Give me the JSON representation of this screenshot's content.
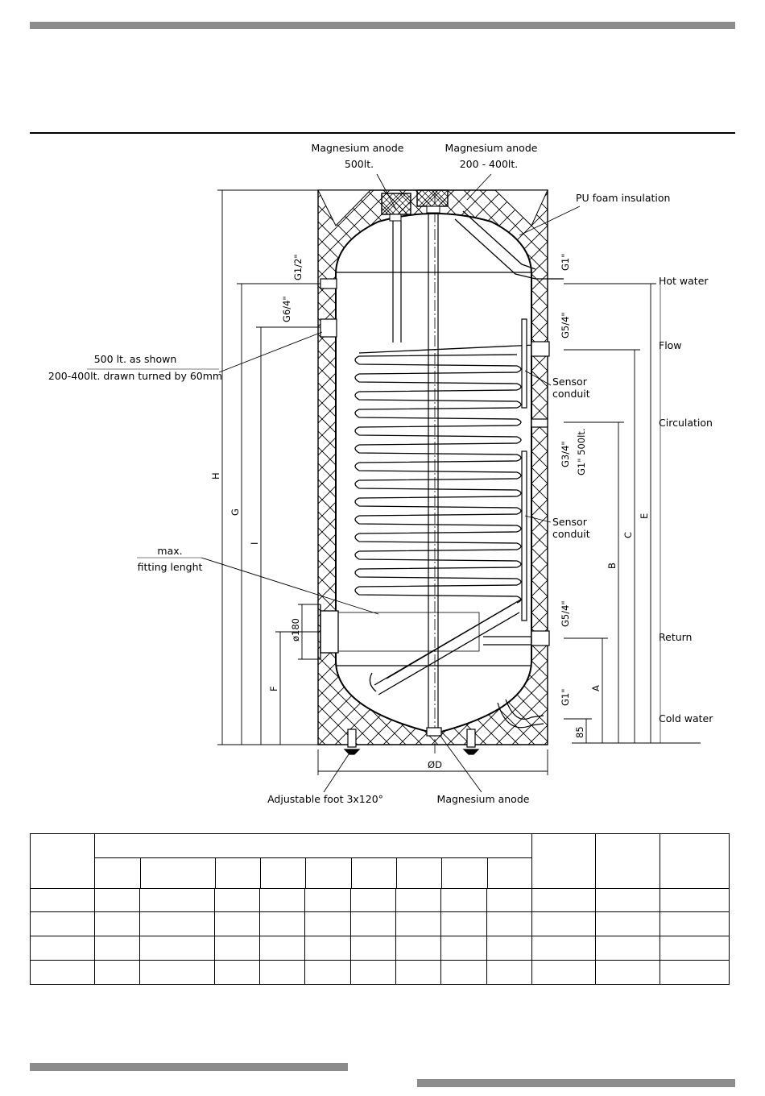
{
  "labels": {
    "anode_500": [
      "Magnesium anode",
      "500lt."
    ],
    "anode_200_400": [
      "Magnesium anode",
      "200 - 400lt."
    ],
    "insulation": "PU foam insulation",
    "hot_water": "Hot water",
    "flow": "Flow",
    "circulation": "Circulation",
    "return": "Return",
    "cold_water": "Cold water",
    "sensor_conduit_1": [
      "Sensor",
      "conduit"
    ],
    "sensor_conduit_2": [
      "Sensor",
      "conduit"
    ],
    "note_500": [
      "500 lt. as shown",
      "200-400lt. drawn turned by 60mm"
    ],
    "max_fitting": [
      "max.",
      "fitting lenght"
    ],
    "foot": "Adjustable foot 3x120°",
    "anode_bottom": "Magnesium anode"
  },
  "connections": {
    "g1_2": "G1/2\"",
    "g6_4": "G6/4\"",
    "g1_top": "G1\"",
    "g5_4_flow": "G5/4\"",
    "g3_4": "G3/4\"",
    "g1_500": "G1\" 500lt.",
    "g5_4_return": "G5/4\"",
    "g1_cold": "G1\""
  },
  "dimensions": {
    "H": "H",
    "G": "G",
    "I": "I",
    "F": "F",
    "A": "A",
    "B": "B",
    "C": "C",
    "E": "E",
    "D": "ØD",
    "phi180": "ø180",
    "d85": "85"
  },
  "table": {
    "rows": 5,
    "cols": 13
  }
}
